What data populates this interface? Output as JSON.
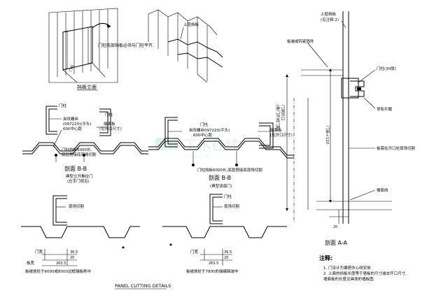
{
  "drawing": {
    "title": "PANEL CUTTING DETAILS",
    "sheet_color": "#ffffff",
    "line_color": "#000000",
    "watermark_color": "#9fd8d0"
  },
  "view_top_left": {
    "caption": "挡板立面",
    "note": "门柱底部挡板必须与门柱平齐.",
    "mark": "门柱"
  },
  "view_top_mid": {
    "label": "上层挡板"
  },
  "view_right": {
    "label_top1": "上层挡板",
    "label_top2": "(见注释 2)",
    "label_clip": "板端或钩紧固件",
    "label_post": "门柱(30厚)",
    "label_guide": "导轨牛腿",
    "label_cut": "板需在开口处现场切割",
    "label_floor": "楼面线",
    "dim_opening1": "门洞开口",
    "dim_opening2": "(卷门开闭门距)",
    "dim_height": "门高+120",
    "dim_bottom": "20",
    "caption": "剖面  A-A"
  },
  "section_left": {
    "post": "门柱",
    "screw1": "自攻螺丝",
    "screw2": "(097220)(平头)",
    "screw3": "600中心距",
    "fix": "门柱挡板6000长,",
    "fix2": "底层搭接底现场切割",
    "post_right": "门柱",
    "plate1": "端面板",
    "plate2": "(见开口尺寸)",
    "caption": "剖面  B-B",
    "sub": "典型立开推拉门",
    "sub2": "(左手门视见)"
  },
  "section_mid": {
    "post": "门柱",
    "screw1": "自攻螺丝097220(平头)",
    "screw2": "600中心距",
    "plate1": "端面板",
    "plate2": "(见开口尺寸)",
    "fix": "门柱挡板6000长,底层搭接底现场切割",
    "caption": "剖面  B-B",
    "sub": "(典型双扇门)"
  },
  "detail_left": {
    "label": "现场切割",
    "dim1": "36.5",
    "dim2": "20",
    "dim3": "263.5",
    "gap": "门宽",
    "gap2": "板宽",
    "note": "板被册处于6000或8000边框端板刷中"
  },
  "detail_mid": {
    "post": "门柱",
    "label": "现场切割",
    "dim1": "36.5",
    "dim2": "20",
    "dim3": "263.5",
    "gap": "门宽",
    "note": "板被册处于7800的端编辑波中"
  },
  "notes": {
    "heading": "注释:",
    "items": [
      "1.  门设计为偏搭中心线安放.",
      "2.  上面的挡板长度等于墙板的尺寸减去开口尺寸.",
      "     墙面板的长度见具体的墙板图."
    ]
  }
}
